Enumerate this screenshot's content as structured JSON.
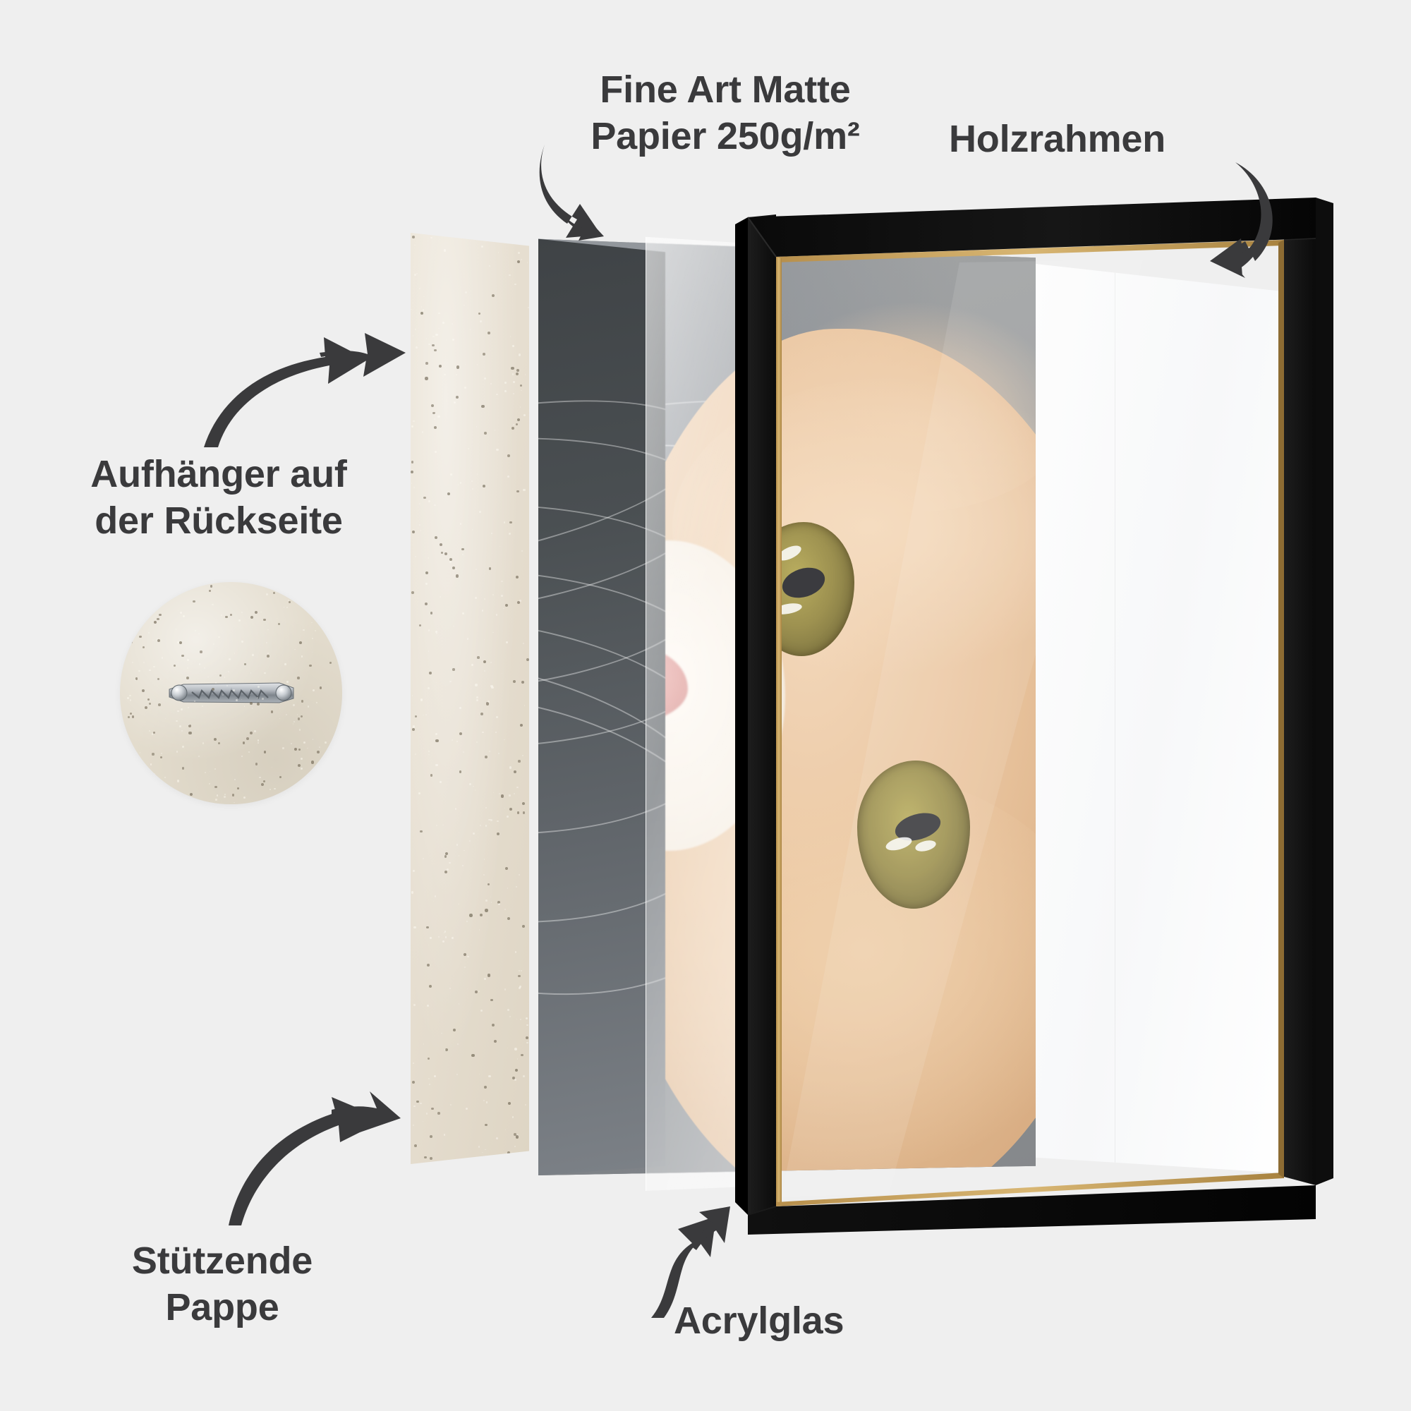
{
  "scene": {
    "title": "Bilderrahmen Aufbau - Explosionsdarstellung",
    "background_color": "#efefef",
    "text_color": "#3a3a3c"
  },
  "labels": {
    "paper": "Fine Art Matte\nPapier 250g/m²",
    "frame": "Holzrahmen",
    "hanger": "Aufhänger auf\nder Rückseite",
    "cardboard": "Stützende\nPappe",
    "acryl": "Acrylglas"
  },
  "layers": [
    {
      "id": "cardboard",
      "name": "Stützende Pappe",
      "color": "#e6ded0"
    },
    {
      "id": "print",
      "name": "Fine Art Matte Papier 250g/m²",
      "color": "#5b6064"
    },
    {
      "id": "acryl",
      "name": "Acrylglas",
      "color": "#ffffff"
    },
    {
      "id": "frame",
      "name": "Holzrahmen",
      "color": "#111111",
      "inner_lip_color": "#c9a45f"
    }
  ],
  "artwork": {
    "subject": "Getigerte rote Katze, Nahaufnahme",
    "fur_color": "#e9c49e",
    "eye_color": "#9d9150",
    "nose_color": "#e09a96",
    "background_color": "#9a9c9e"
  },
  "hanger_detail": {
    "surface_color": "#e3dccd",
    "hardware": "Zackenaufhänger aus Metall",
    "hardware_color": "#9aa0a6"
  },
  "arrows": [
    {
      "id": "arrow-paper",
      "points_to": "print-layer"
    },
    {
      "id": "arrow-frame",
      "points_to": "wooden-frame"
    },
    {
      "id": "arrow-hanger",
      "points_to": "cardboard-layer-top"
    },
    {
      "id": "arrow-cardboard",
      "points_to": "cardboard-layer-bottom"
    },
    {
      "id": "arrow-acryl",
      "points_to": "acrylic-sheet"
    }
  ]
}
